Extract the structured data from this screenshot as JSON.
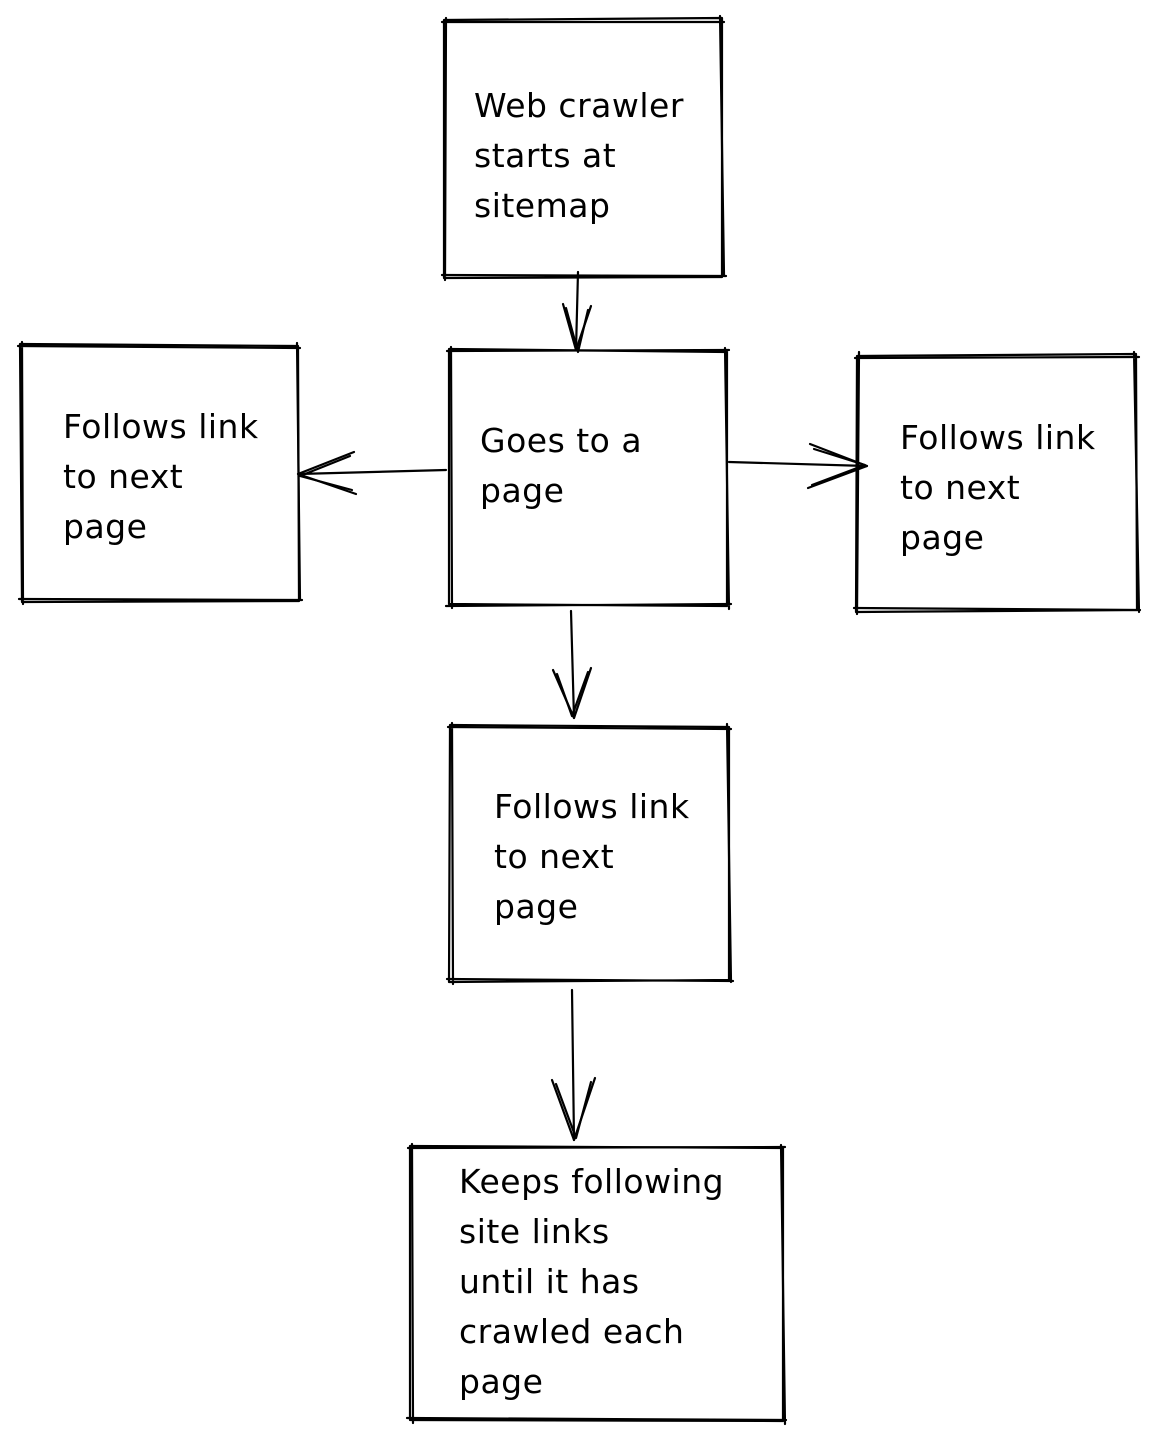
{
  "diagram": {
    "stroke_color": "#000000",
    "background_color": "#ffffff",
    "nodes": {
      "start": {
        "text": "Web crawler\nstarts at\nsitemap"
      },
      "page": {
        "text": "Goes to a\npage"
      },
      "left_link": {
        "text": "Follows link\nto next\npage"
      },
      "right_link": {
        "text": "Follows link\nto next\npage"
      },
      "bottom_link": {
        "text": "Follows link\nto next\npage"
      },
      "end": {
        "text": "Keeps following\nsite links\nuntil it has\ncrawled each\npage"
      }
    },
    "edges": [
      {
        "from": "start",
        "to": "page"
      },
      {
        "from": "page",
        "to": "left_link"
      },
      {
        "from": "page",
        "to": "right_link"
      },
      {
        "from": "page",
        "to": "bottom_link"
      },
      {
        "from": "bottom_link",
        "to": "end"
      }
    ]
  }
}
